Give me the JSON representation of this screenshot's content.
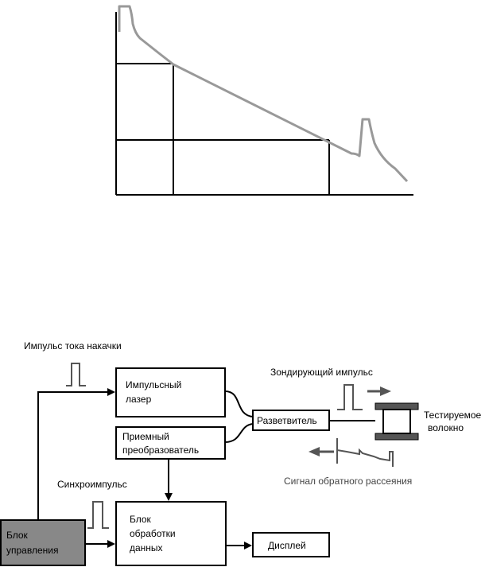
{
  "trace_colors": {
    "trace": "#999999",
    "axes": "#000000"
  },
  "blocks": {
    "laser_line1": "Импульсный",
    "laser_line2": "лазер",
    "receiver_line1": "Приемный",
    "receiver_line2": "преобразователь",
    "splitter": "Разветвитель",
    "processing_line1": "Блок",
    "processing_line2": "обработки",
    "processing_line3": "данных",
    "display": "Дисплей",
    "control_line1": "Блок",
    "control_line2": "управления"
  },
  "labels": {
    "pump_pulse": "Импульс тока накачки",
    "probe_pulse": "Зондирующий импульс",
    "fiber_line1": "Тестируемое",
    "fiber_line2": "волокно",
    "backscatter": "Сигнал обратного рассеяния",
    "sync_pulse": "Синхроимпульс"
  },
  "icons": {
    "pump": "square-pulse-icon",
    "probe": "square-pulse-icon",
    "sync": "square-pulse-icon",
    "fiber": "fiber-spool-icon",
    "probe_arrow": "arrow-right-icon",
    "return_arrow": "arrow-left-icon"
  },
  "colors": {
    "control_block_fill": "#888888",
    "fiber_spool": "#555555",
    "signal_gray": "#555555"
  }
}
